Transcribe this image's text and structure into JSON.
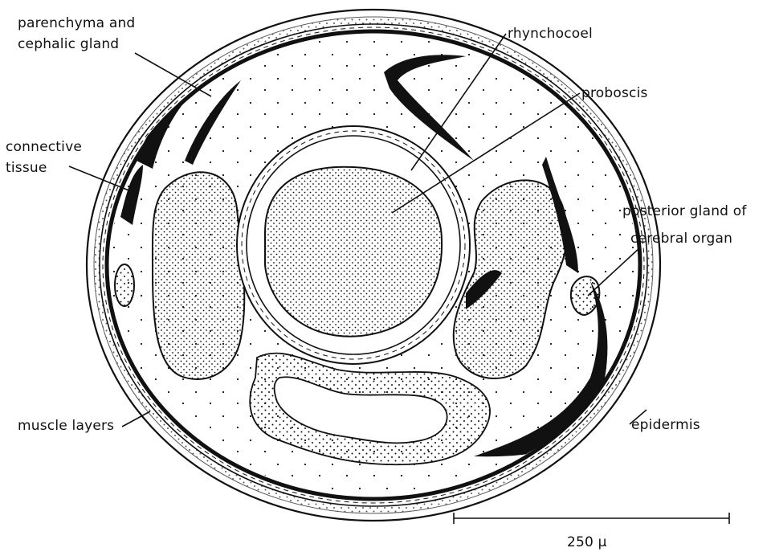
{
  "labels": {
    "parenchyma_line1": "parenchyma and",
    "parenchyma_line2": "cephalic gland",
    "connective_line1": "connective",
    "connective_line2": "tissue",
    "muscle_layers": "muscle layers",
    "rhynchocoel": "rhynchocoel",
    "proboscis": "proboscis",
    "posterior_line1": "posterior gland of",
    "posterior_line2": "cerebral organ",
    "epidermis": "epidermis"
  },
  "scale_bar": {
    "label": "250 μ"
  },
  "colors": {
    "ink": "#111111",
    "paper": "#ffffff"
  }
}
